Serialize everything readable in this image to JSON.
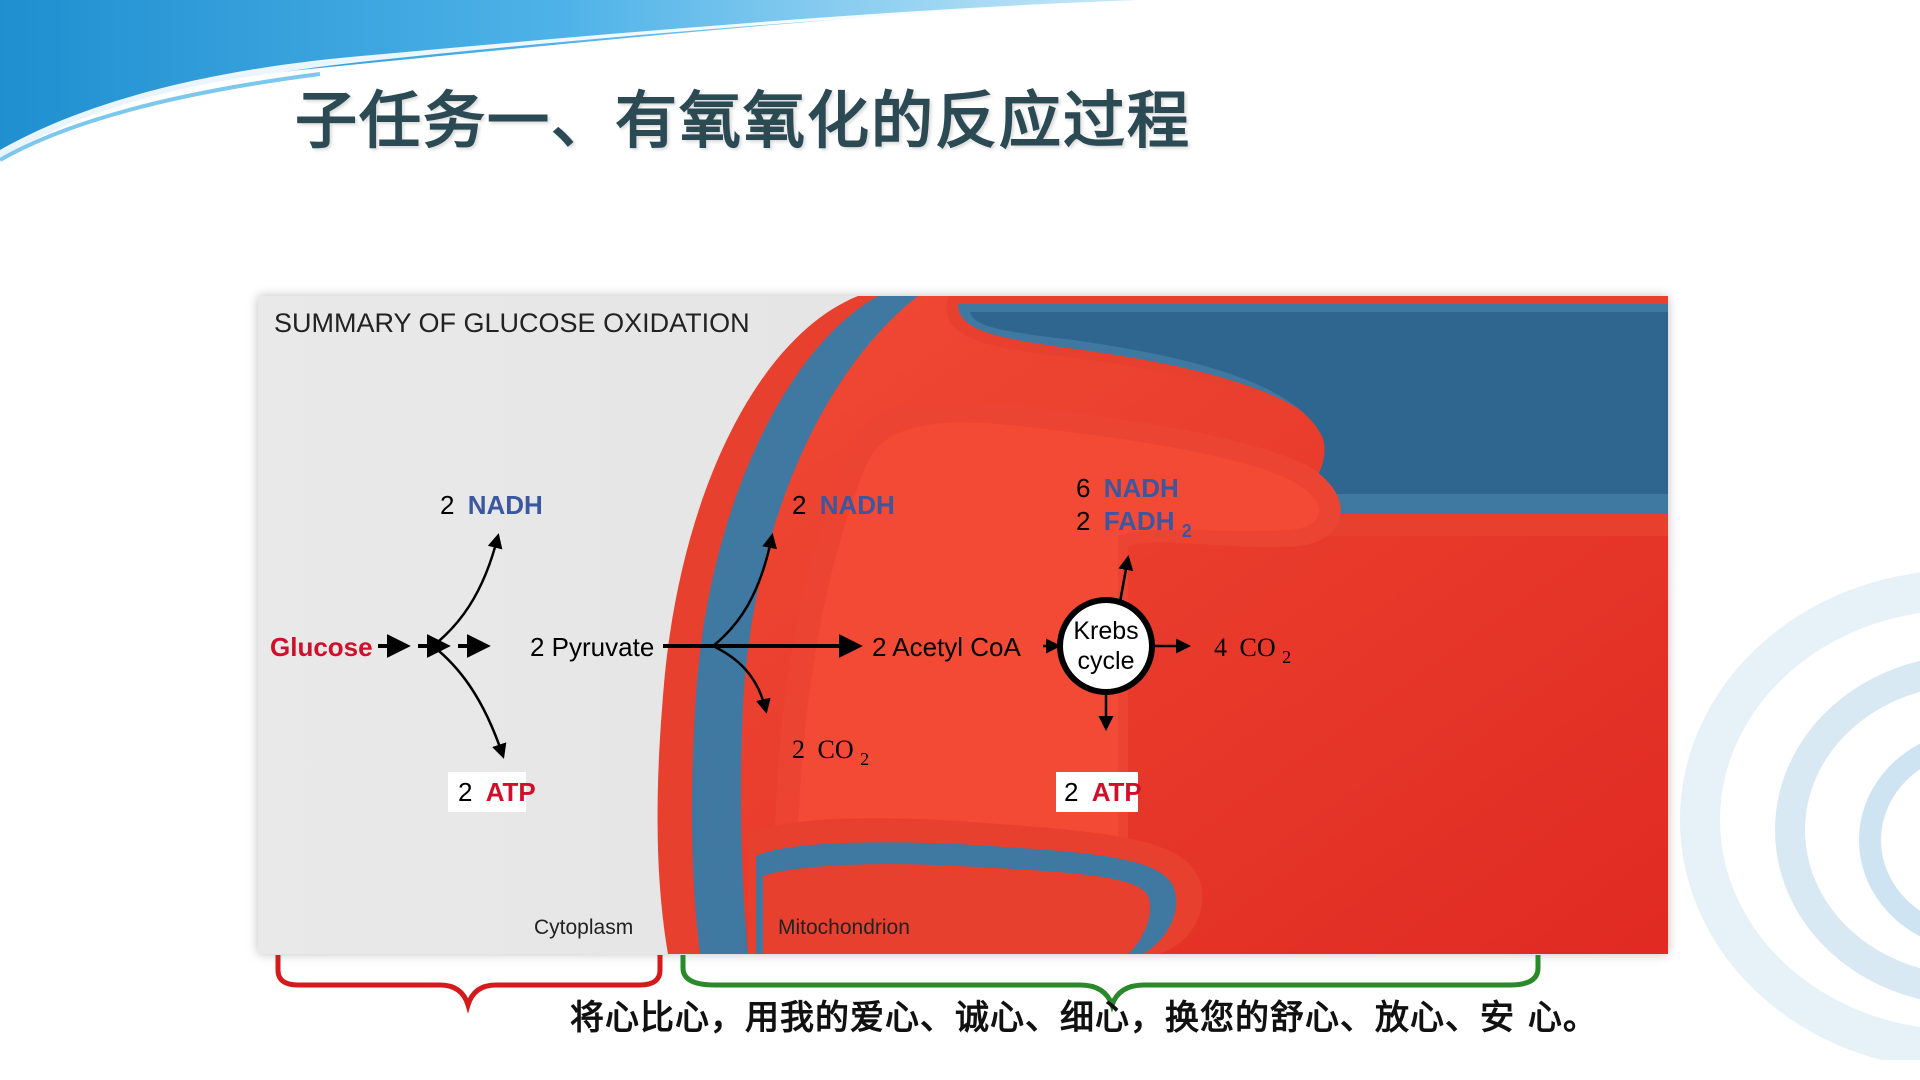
{
  "slide": {
    "title": "子任务一、有氧氧化的反应过程",
    "caption": "将心比心，用我的爱心、诚心、细心，换您的舒心、放心、安 心。"
  },
  "diagram": {
    "heading": "SUMMARY OF GLUCOSE OXIDATION",
    "glucose": "Glucose",
    "pyruvate": "2 Pyruvate",
    "nadh_glycolysis": {
      "count": "2",
      "label": "NADH"
    },
    "atp_glycolysis": {
      "count": "2",
      "label": "ATP"
    },
    "nadh_link": {
      "count": "2",
      "label": "NADH"
    },
    "co2_link": {
      "count": "2",
      "label": "CO",
      "sub": "2"
    },
    "acetyl_coa": "2 Acetyl CoA",
    "krebs_line1": "Krebs",
    "krebs_line2": "cycle",
    "krebs_nadh": {
      "count": "6",
      "label": "NADH"
    },
    "krebs_fadh2": {
      "count": "2",
      "label": "FADH",
      "sub": "2"
    },
    "krebs_co2": {
      "count": "4",
      "label": "CO",
      "sub": "2"
    },
    "atp_krebs": {
      "count": "2",
      "label": "ATP"
    },
    "cytoplasm": "Cytoplasm",
    "mitochondrion": "Mitochondrion"
  },
  "colors": {
    "title": "#2b4a53",
    "nadh_blue": "#3b57a0",
    "atp_red": "#d0102a",
    "membrane_red": "#e8402f",
    "intermembrane_blue": "#3f78a0",
    "cytoplasm_gray": "#e4e4e4",
    "brace_red": "#d41a1a",
    "brace_green": "#2a8a2a"
  }
}
